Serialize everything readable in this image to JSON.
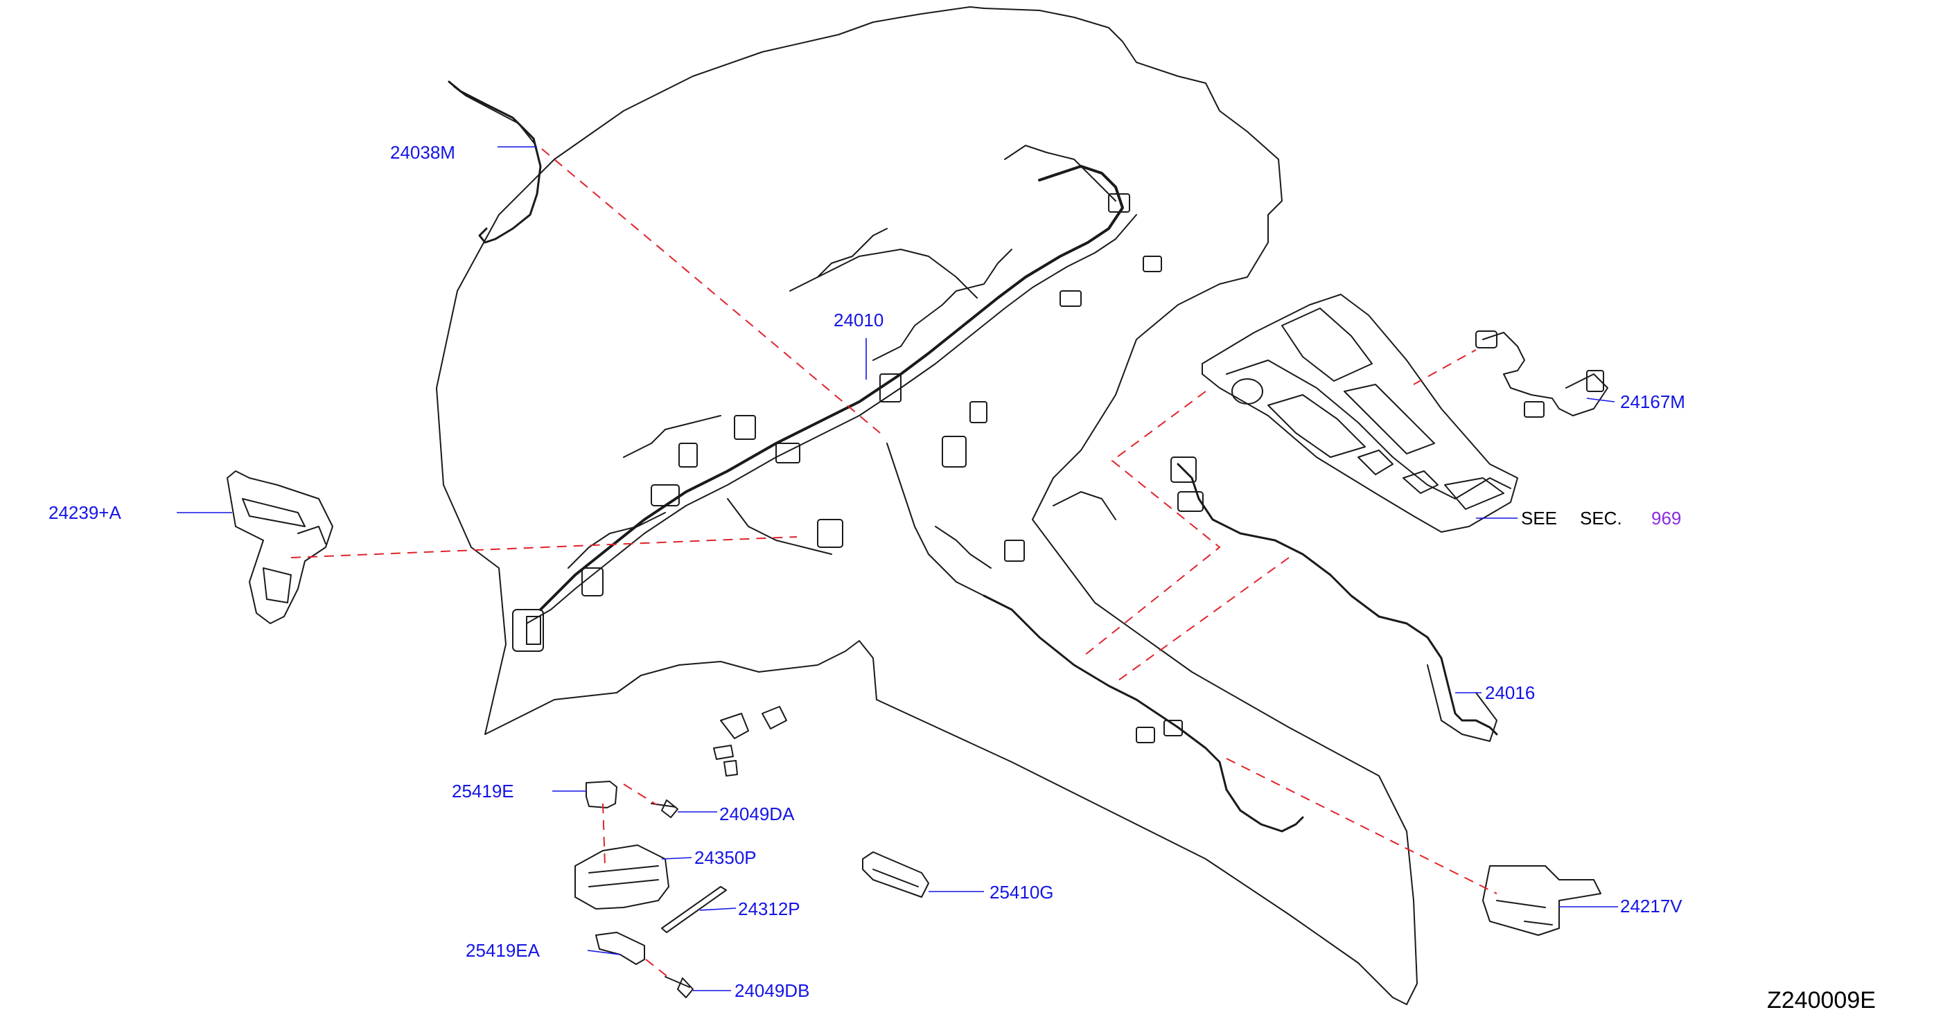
{
  "colors": {
    "callout_text": "#1414e6",
    "callout_leader": "#1414e6",
    "dashed_link": "#e0242b",
    "outline": "#1a1a1a",
    "section_ref": "#8a2be2"
  },
  "parts": [
    {
      "id": "p-24038M",
      "label": "24038M"
    },
    {
      "id": "p-24010",
      "label": "24010"
    },
    {
      "id": "p-24167M",
      "label": "24167M"
    },
    {
      "id": "p-24239A",
      "label": "24239+A"
    },
    {
      "id": "p-24016",
      "label": "24016"
    },
    {
      "id": "p-25419E",
      "label": "25419E"
    },
    {
      "id": "p-24049DA",
      "label": "24049DA"
    },
    {
      "id": "p-24350P",
      "label": "24350P"
    },
    {
      "id": "p-24312P",
      "label": "24312P"
    },
    {
      "id": "p-25410G",
      "label": "25410G"
    },
    {
      "id": "p-24217V",
      "label": "24217V"
    },
    {
      "id": "p-25419EA",
      "label": "25419EA"
    },
    {
      "id": "p-24049DB",
      "label": "24049DB"
    }
  ],
  "section_ref": {
    "see": "SEE",
    "sec": "SEC.",
    "number": "969"
  },
  "diagram_code": "Z240009E"
}
